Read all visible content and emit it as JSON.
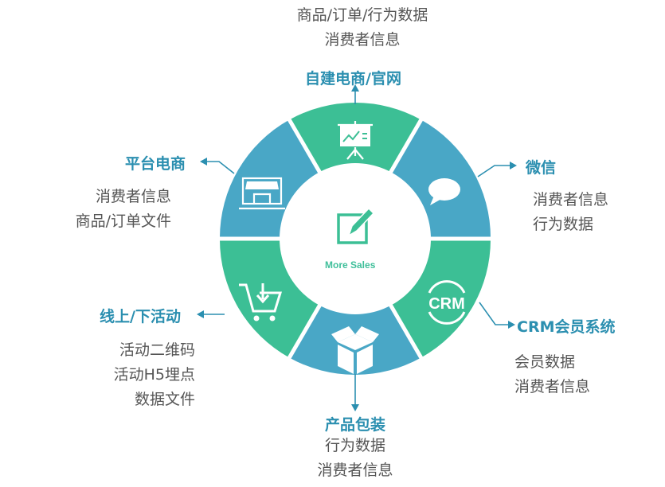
{
  "center": {
    "label": "More Sales"
  },
  "channels": [
    {
      "id": "top",
      "title": "自建电商/官网",
      "icon": "presentation-board-icon",
      "items": [
        "商品/订单/行为数据",
        "消费者信息"
      ]
    },
    {
      "id": "right-top",
      "title": "微信",
      "icon": "speech-bubble-icon",
      "items": [
        "消费者信息",
        "行为数据"
      ]
    },
    {
      "id": "right-bottom",
      "title": "CRM会员系统",
      "icon": "crm-icon",
      "icon_text": "CRM",
      "items": [
        "会员数据",
        "消费者信息"
      ]
    },
    {
      "id": "bottom",
      "title": "产品包装",
      "icon": "package-box-icon",
      "items": [
        "行为数据",
        "消费者信息"
      ]
    },
    {
      "id": "left-bottom",
      "title": "线上/下活动",
      "icon": "shopping-cart-icon",
      "items": [
        "活动二维码",
        "活动H5埋点",
        "数据文件"
      ]
    },
    {
      "id": "left-top",
      "title": "平台电商",
      "icon": "storefront-icon",
      "items": [
        "消费者信息",
        "商品/订单文件"
      ]
    }
  ],
  "colors": {
    "teal": "#3cbf95",
    "blue": "#49a7c6",
    "title": "#2b8fb0",
    "text": "#555555"
  }
}
